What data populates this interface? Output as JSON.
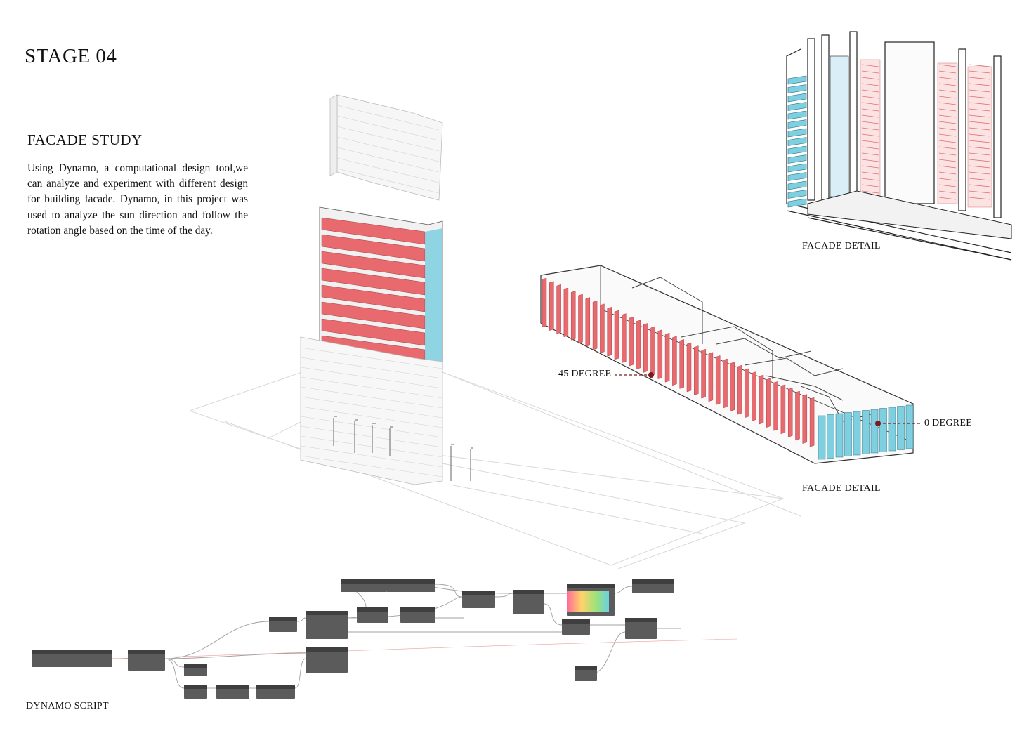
{
  "stage_title": "STAGE 04",
  "section_title": "FACADE STUDY",
  "description": "Using Dynamo, a computational design tool,we can analyze and experiment with different design for building facade. Dynamo, in this project was used to analyze the sun direction and follow the rotation angle based on the time of the day.",
  "facade_detail_top": {
    "caption": "FACADE DETAIL"
  },
  "facade_detail_plan": {
    "caption": "FACADE DETAIL",
    "label_45": "45 DEGREE",
    "label_0": "0 DEGREE"
  },
  "dynamo_script": {
    "caption": "DYNAMO SCRIPT"
  },
  "colors": {
    "louver_red": "#e86a6e",
    "louver_blue": "#7ecfe0",
    "node_body": "#5b5b5b",
    "node_header": "#3f3f3f",
    "line_gray": "#9a9a9a",
    "leader_red": "#7a1a1a"
  }
}
